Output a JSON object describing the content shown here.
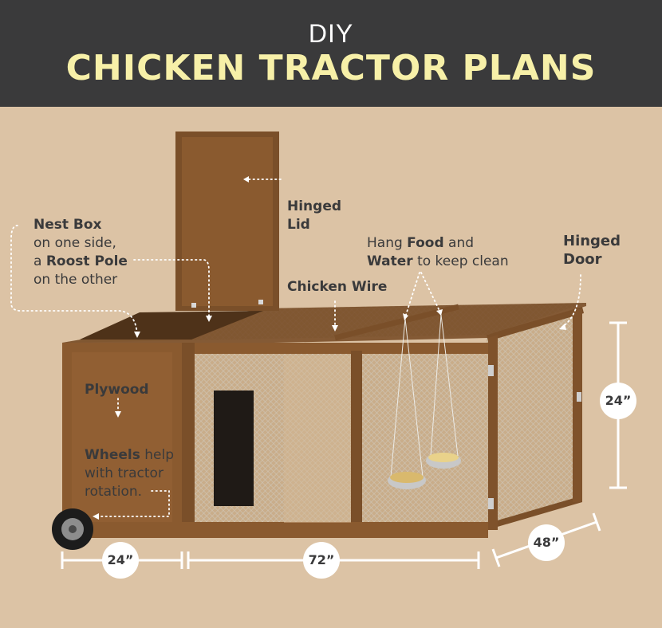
{
  "header": {
    "kicker": "DIY",
    "title": "CHICKEN TRACTOR PLANS"
  },
  "labels": {
    "hinged_lid": [
      "Hinged",
      "Lid"
    ],
    "nest_box": {
      "line1_bold": "Nest Box",
      "line2": "on one side,",
      "line3_pre": "a ",
      "line3_bold": "Roost Pole",
      "line4": "on the other"
    },
    "hang_food": {
      "pre": "Hang ",
      "food": "Food",
      "and": " and",
      "water": "Water",
      "post": " to keep clean"
    },
    "hinged_door": [
      "Hinged",
      "Door"
    ],
    "chicken_wire": "Chicken Wire",
    "plywood": "Plywood",
    "wheels": {
      "bold": "Wheels",
      "post1": " help",
      "line2": "with tractor",
      "line3": "rotation."
    }
  },
  "dimensions": {
    "depth_left": "24”",
    "length": "72”",
    "width": "48”",
    "height": "24”"
  },
  "colors": {
    "header_bg": "#3a3a3b",
    "title": "#f7f0a8",
    "background": "#dcc3a5",
    "wood": "#8a5a2f",
    "wood_dark": "#6e4522",
    "text": "#3a3a3b"
  }
}
